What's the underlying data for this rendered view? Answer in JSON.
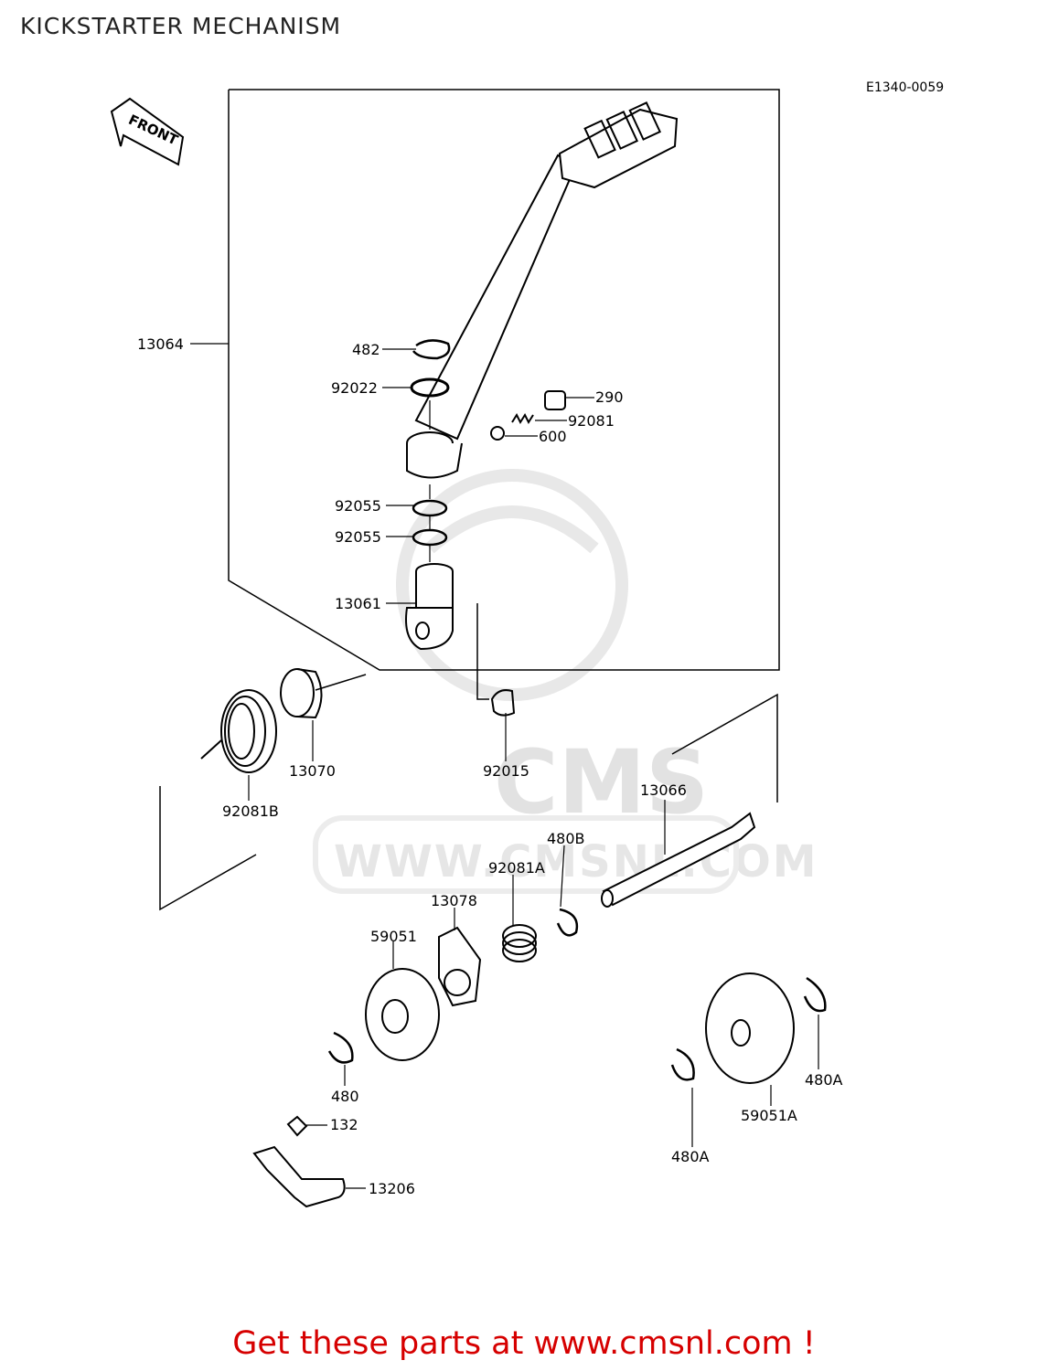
{
  "page": {
    "title": "KICKSTARTER MECHANISM",
    "diagram_code": "E1340-0059",
    "front_label": "FRONT",
    "promo": "Get these parts at www.cmsnl.com !",
    "watermark_brand": "CMS",
    "watermark_url": "WWW.CMSNL.COM"
  },
  "parts": [
    {
      "id": "13064",
      "label": "13064"
    },
    {
      "id": "482",
      "label": "482"
    },
    {
      "id": "92022",
      "label": "92022"
    },
    {
      "id": "290",
      "label": "290"
    },
    {
      "id": "92081",
      "label": "92081"
    },
    {
      "id": "600",
      "label": "600"
    },
    {
      "id": "92055a",
      "label": "92055"
    },
    {
      "id": "92055b",
      "label": "92055"
    },
    {
      "id": "13061",
      "label": "13061"
    },
    {
      "id": "13070",
      "label": "13070"
    },
    {
      "id": "92015",
      "label": "92015"
    },
    {
      "id": "92081B",
      "label": "92081B"
    },
    {
      "id": "13066",
      "label": "13066"
    },
    {
      "id": "480B",
      "label": "480B"
    },
    {
      "id": "92081A",
      "label": "92081A"
    },
    {
      "id": "13078",
      "label": "13078"
    },
    {
      "id": "59051",
      "label": "59051"
    },
    {
      "id": "480",
      "label": "480"
    },
    {
      "id": "132",
      "label": "132"
    },
    {
      "id": "13206",
      "label": "13206"
    },
    {
      "id": "480A-right",
      "label": "480A"
    },
    {
      "id": "59051A",
      "label": "59051A"
    },
    {
      "id": "480A-left",
      "label": "480A"
    }
  ]
}
